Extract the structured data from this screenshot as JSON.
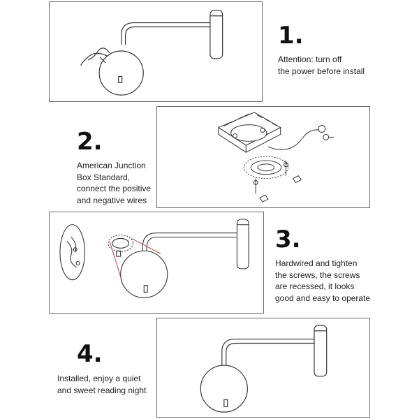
{
  "steps": [
    {
      "number": "1.",
      "lines": [
        "Attention: turn off",
        "the power before install"
      ]
    },
    {
      "number": "2.",
      "lines": [
        "American Junction",
        "Box Standard,",
        "connect the positive",
        "and negative wires"
      ]
    },
    {
      "number": "3.",
      "lines": [
        "Hardwired and tighten",
        "the screws, the screws",
        "are recessed, it looks",
        "good and easy to operate"
      ]
    },
    {
      "number": "4.",
      "lines": [
        "Installed, enjoy a quiet",
        "and sweet reading night"
      ]
    }
  ],
  "colors": {
    "line": "#333333",
    "frame": "#6a6a6a",
    "accent": "#b03030"
  }
}
